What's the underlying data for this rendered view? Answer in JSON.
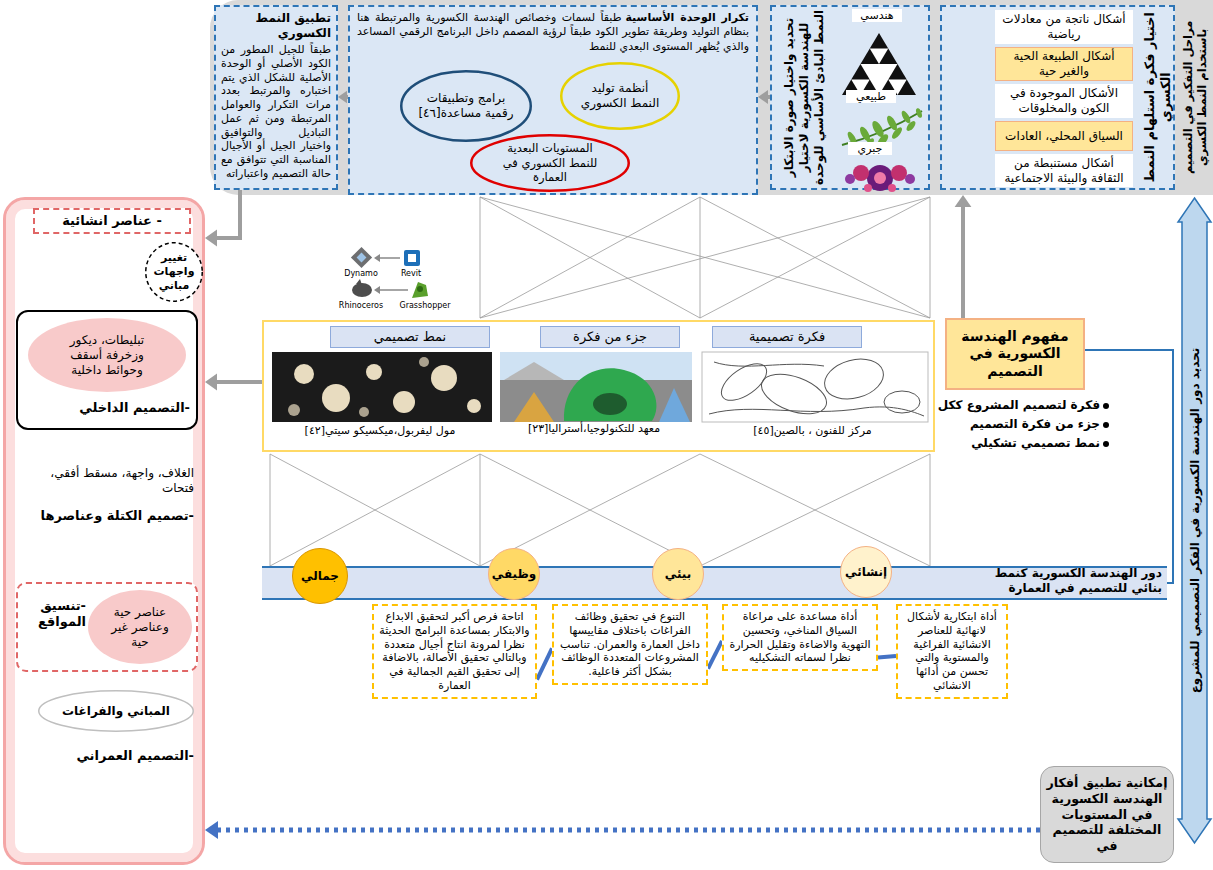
{
  "diagram": {
    "nodes": [
      {
        "text": [
          "مراحل التفكير في التصميم باستخدام النمط الكسري"
        ]
      },
      {
        "text": [
          "اختيار فكرة استلهام النمط الكسري"
        ],
        "in": 0
      },
      {
        "text": [
          "أشكال ناتجة من معادلات رياضية"
        ],
        "in": 1
      },
      {
        "text": [
          "أشكال الطبيعة الحية والغير حية"
        ],
        "in": 1
      },
      {
        "text": [
          "الأشكال الموجودة في الكون والمخلوقات"
        ],
        "in": 1
      },
      {
        "text": [
          "السياق المحلي، العادات"
        ],
        "in": 1
      },
      {
        "text": [
          "أشكال مستنبطة من الثقافة والبيئة الاجتماعية"
        ],
        "in": 1
      },
      {
        "text": [
          "تحديد واختيار صورة الابتكار للهندسة الكسورية لاختيار النمط البادئ الأساسي للوحدة"
        ],
        "in": 0
      },
      {
        "text": [
          "تكرار الوحدة الأساسية",
          "طبقاً لسمات وخصائص الهندسة الكسورية والمرتبطة هنا بنظام التوليد وطريقة تطوير الكود طبقاً لرؤية المصمم داخل البرنامج الرقمي المساعد والذي يُظهر المستوى البعدي للنمط"
        ],
        "in": 0
      },
      {
        "text": [
          "أنظمة توليد النمط الكسوري"
        ],
        "in": 8
      },
      {
        "text": [
          "برامج وتطبيقات رقمية مساعدة[٤٦]"
        ],
        "in": 8
      },
      {
        "text": [
          "المستويات البعدية للنمط الكسوري في العمارة"
        ],
        "in": 8
      },
      {
        "text": [
          "تطبيق النمط الكسوري",
          "طبقاً للجيل المطور من الكود الأصلي أو الوحدة الأصلية للشكل الذي يتم اختباره والمرتبط بعدد مرات التكرار والعوامل المرتبطة ومن ثم عمل التباديل والتوافيق واختيار الجيل أو الأجيال المناسبة التي تتوافق مع حالة التصميم واعتباراته"
        ],
        "in": 0
      },
      {
        "text": [
          "الغلاف، واجهة، مسقط أفقي، فتحات",
          "-تصميم الكتلة وعناصرها",
          "-التصميم العمراني"
        ]
      },
      {
        "text": [
          "- عناصر انشائية"
        ],
        "in": 13
      },
      {
        "text": [
          "تغيير واجهات مباني"
        ],
        "in": 13
      },
      {
        "text": [
          "-التصميم الداخلي"
        ],
        "in": 13
      },
      {
        "text": [
          "تبليطات، ديكور وزخرفة أسقف وحوائط داخلية"
        ],
        "in": 16
      },
      {
        "text": [
          "-تنسيق المواقع"
        ],
        "in": 13
      },
      {
        "text": [
          "عناصر حية وعناصر غير حية"
        ],
        "in": 18
      },
      {
        "text": [
          "المباني والفراغات"
        ],
        "in": 13
      },
      {
        "text": [
          "مركز للفنون ، بالصين[٤٥]",
          "معهد للتكنولوجيا،أستراليا[٢٣]",
          "مول ليفربول،ميكسيكو سيتي[٤٢]"
        ]
      },
      {
        "text": [
          "فكرة تصميمية"
        ],
        "in": 21
      },
      {
        "text": [
          "جزء من فكرة"
        ],
        "in": 21
      },
      {
        "text": [
          "نمط تصميمي"
        ],
        "in": 21
      },
      {
        "text": [
          "مفهوم الهندسة الكسورية في التصميم"
        ]
      },
      {
        "text": [
          "تحديد دور الهندسة الكسورية في الفكر التصميمي للمشروع"
        ]
      },
      {
        "text": [
          "دور الهندسة الكسورية كنمط بنائي للتصميم في العمارة"
        ]
      },
      {
        "text": [
          "إنشائي"
        ]
      },
      {
        "text": [
          "أداة ابتكارية لأشكال لانهائية للعناصر الانشائية الفراغية والمستوية والتي تحسن من أدائها الانشائي"
        ]
      },
      {
        "text": [
          "بيئي"
        ]
      },
      {
        "text": [
          "أداة مساعدة على مراعاة السياق المناخي، وتحسين التهوية والاضاءة وتقليل الحرارة نظرا لسماته التشكيليه"
        ]
      },
      {
        "text": [
          "وظيفي"
        ]
      },
      {
        "text": [
          "التنوع في تحقيق وظائف الفراغات باختلاف مقاييسها داخل العمارة والعمران. تناسب المشروعات المتعددة الوظائف بشكل أكثر فاعلية."
        ]
      },
      {
        "text": [
          "جمالي"
        ]
      },
      {
        "text": [
          "اتاحة فرص أكبر لتحقيق الابداع والابتكار بمساعدة البرامج الحديثة نظرا لمرونة انتاج أجيال متعددة وبالتالي تحقيق الأصالة، بالاضافة إلى تحقيق القيم الجمالية في العمارة"
        ]
      },
      {
        "text": [
          "إمكانية تطبيق أفكار الهندسة الكسورية في المستويات المختلفة للتصميم في"
        ]
      }
    ],
    "edges": [
      {
        "from": 7,
        "to": 8,
        "arrow": "to"
      },
      {
        "from": 8,
        "to": 12,
        "arrow": "to"
      },
      {
        "from": 12,
        "to": 13,
        "arrow": "to"
      },
      {
        "from": 21,
        "to": 13,
        "arrow": "to"
      },
      {
        "from": 25,
        "to": 0,
        "arrow": "to"
      },
      {
        "from": 25,
        "to": 27,
        "arrow": "none"
      },
      {
        "from": 29,
        "to": 31,
        "arrow": "none"
      },
      {
        "from": 31,
        "to": 33,
        "arrow": "none"
      },
      {
        "from": 33,
        "to": 35,
        "arrow": "none"
      },
      {
        "from": 36,
        "to": 13,
        "arrow": "to"
      }
    ],
    "labels": [
      "هندسي",
      "طبيعي",
      "جبري",
      "Dynamo",
      "Revit",
      "Rhinoceros",
      "Grasshopper",
      "فكرة لتصميم المشروع ككل",
      "جزء من فكرة التصميم",
      "نمط تصميمي تشكيلي"
    ]
  }
}
